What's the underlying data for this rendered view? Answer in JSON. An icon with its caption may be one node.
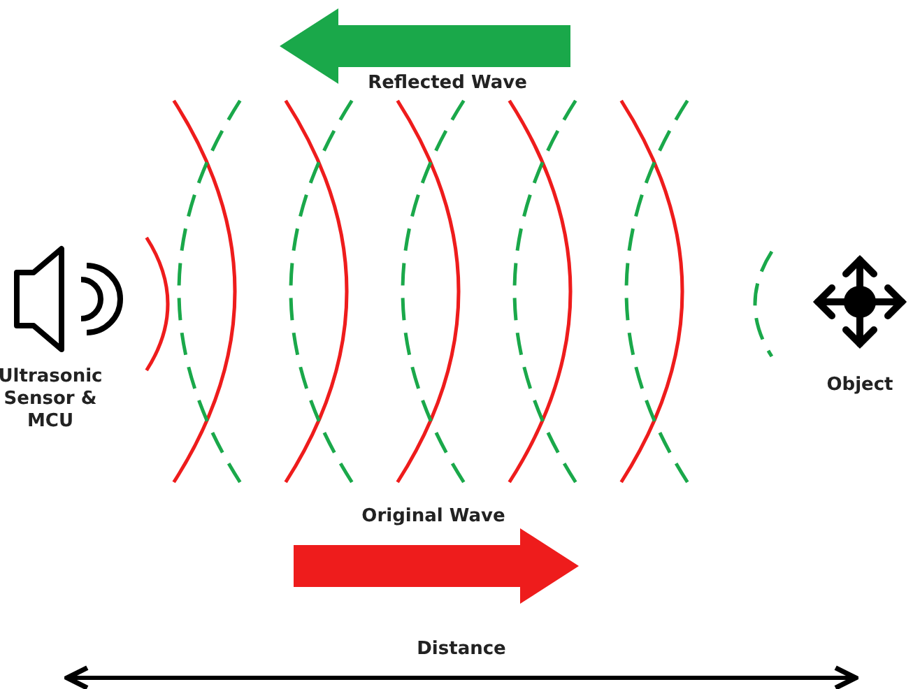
{
  "diagram": {
    "labels": [
      "Reflected Wave",
      "Ultrasonic Sensor & MCU",
      "Object",
      "Original Wave",
      "Distance"
    ]
  }
}
